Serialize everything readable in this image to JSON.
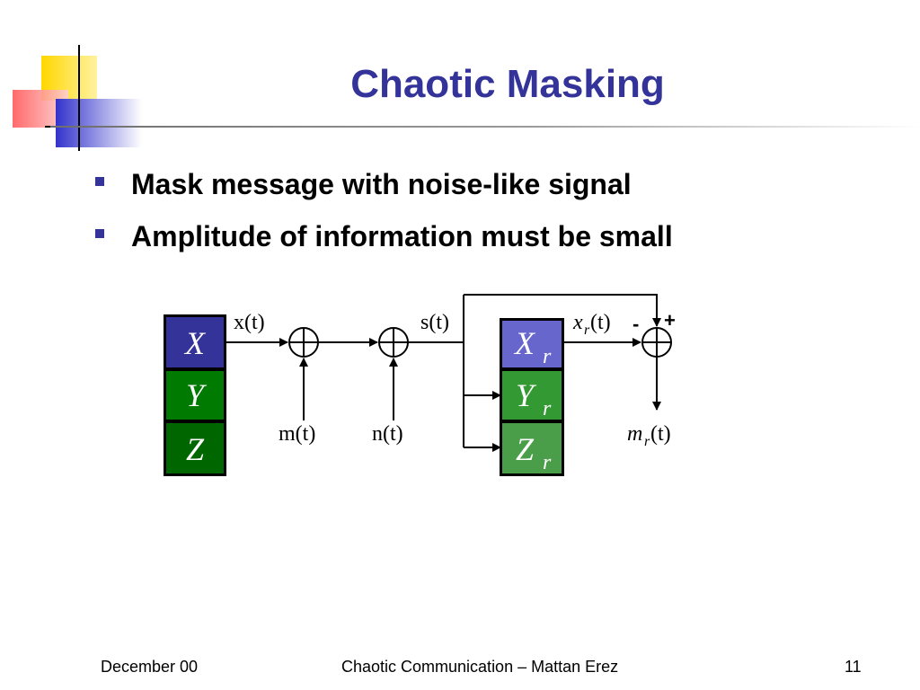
{
  "slide": {
    "title": "Chaotic Masking",
    "bullets": [
      "Mask message with noise-like signal",
      "Amplitude of information must be small"
    ]
  },
  "diagram": {
    "transmitter_blocks": [
      "X",
      "Y",
      "Z"
    ],
    "receiver_blocks": [
      "X",
      "Y",
      "Z"
    ],
    "receiver_subscript": "r",
    "signal_labels": {
      "x": "x(t)",
      "s": "s(t)",
      "m": "m(t)",
      "n": "n(t)",
      "xr_base": "x",
      "xr_sub": "r",
      "xr_arg": "(t)",
      "mr_base": "m",
      "mr_sub": "r",
      "mr_arg": "(t)"
    },
    "signs": {
      "minus": "-",
      "plus": "+"
    },
    "colors": {
      "x_block": "#333399",
      "x_block_r": "#6666cc",
      "y_block": "#007a00",
      "y_block_r": "#339933",
      "z_block": "#006600",
      "z_block_r": "#4a9e4a",
      "line": "#000000"
    }
  },
  "footer": {
    "date": "December 00",
    "center": "Chaotic Communication – Mattan Erez",
    "page": "11"
  }
}
